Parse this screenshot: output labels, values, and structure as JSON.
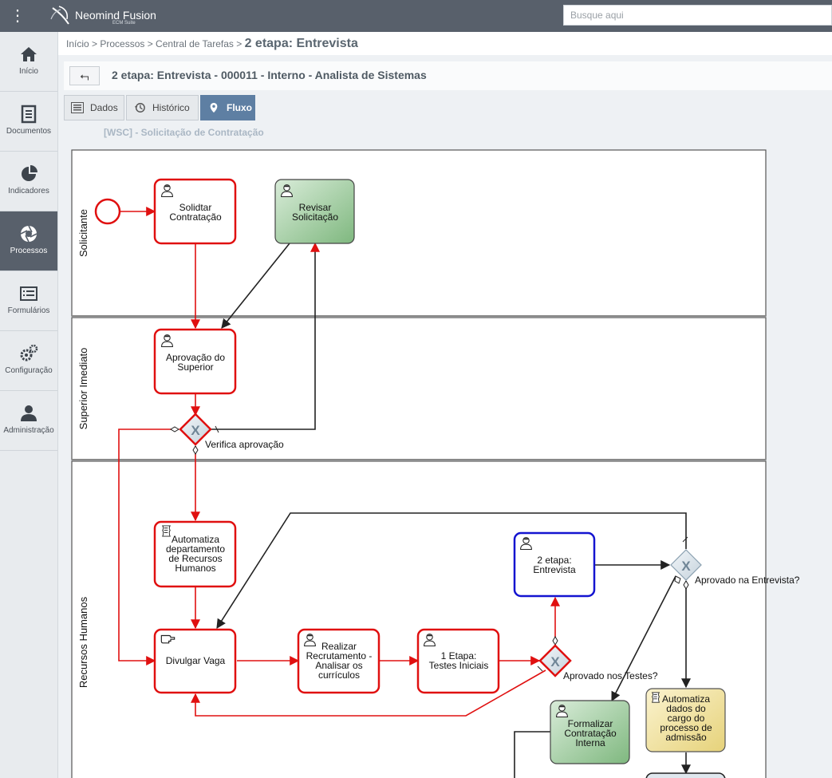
{
  "header": {
    "brand": "Neomind Fusion",
    "brand_sub": "ECM Suite",
    "search_placeholder": "Busque aqui",
    "menu_icon": "kebab-menu-icon"
  },
  "sidebar": {
    "items": [
      {
        "label": "Início",
        "icon": "home-icon"
      },
      {
        "label": "Documentos",
        "icon": "document-icon"
      },
      {
        "label": "Indicadores",
        "icon": "pie-chart-icon"
      },
      {
        "label": "Processos",
        "icon": "aperture-icon",
        "active": true
      },
      {
        "label": "Formulários",
        "icon": "form-list-icon"
      },
      {
        "label": "Configuração",
        "icon": "gears-icon"
      },
      {
        "label": "Administração",
        "icon": "user-icon"
      }
    ]
  },
  "breadcrumb": {
    "path": "Início > Processos > Central de Tarefas > ",
    "current": "2 etapa: Entrevista"
  },
  "task": {
    "back_icon": "back-arrow-icon",
    "title": "2 etapa: Entrevista - 000011 - Interno - Analista de Sistemas"
  },
  "tabs": [
    {
      "label": "Dados",
      "icon": "list-icon"
    },
    {
      "label": "Histórico",
      "icon": "history-icon"
    },
    {
      "label": "Fluxo",
      "icon": "map-pin-icon",
      "active": true
    }
  ],
  "process_title": "[WSC] - Solicitação de Contratação",
  "diagram": {
    "lanes": [
      "Solicitante",
      "Superior Imediato",
      "Recursos Humanos"
    ],
    "tasks": {
      "solicitar": [
        "Solidtar",
        "Contratação"
      ],
      "revisar": [
        "Revisar",
        "Solicitação"
      ],
      "aprovacao": [
        "Aprovação do",
        "Superior"
      ],
      "automatiza_rh": [
        "Automatiza",
        "departamento",
        "de Recursos",
        "Humanos"
      ],
      "divulgar": [
        "Divulgar Vaga"
      ],
      "realizar": [
        "Realizar",
        "Recrutamento -",
        "Analisar os",
        "currículos"
      ],
      "etapa1": [
        "1 Etapa:",
        "Testes Iniciais"
      ],
      "etapa2": [
        "2 etapa:",
        "Entrevista"
      ],
      "formalizar": [
        "Formalizar",
        "Contratação",
        "Interna"
      ],
      "automatiza_cargo": [
        "Automatiza",
        "dados do",
        "cargo do",
        "processo de",
        "admissão"
      ]
    },
    "gateways": {
      "verifica": "Verifica aprovação",
      "testes": "Aprovado nos Testes?",
      "entrevista": "Aprovado na Entrevista?"
    },
    "colors": {
      "done": "#e01010",
      "current": "#1414d0",
      "pending": "#222222",
      "green_fill": "#8cc28c",
      "yellow_fill": "#eedc8c"
    }
  }
}
